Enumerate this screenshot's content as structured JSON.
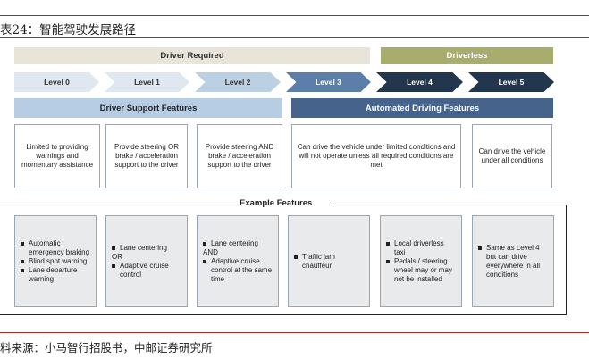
{
  "caption": "表24：智能驾驶发展路径",
  "source": "料来源：小马智行招股书，中邮证券研究所",
  "headers": {
    "driver_required": "Driver Required",
    "driverless": "Driverless"
  },
  "levels": [
    "Level 0",
    "Level 1",
    "Level 2",
    "Level 3",
    "Level 4",
    "Level 5"
  ],
  "feature_groups": {
    "support": "Driver Support Features",
    "automated": "Automated Driving Features"
  },
  "descriptions": [
    "Limited to providing warnings and momentary assistance",
    "Provide steering OR brake / acceleration support to the driver",
    "Provide steering AND brake / acceleration support to the driver",
    "Can drive the vehicle under limited conditions and will not operate unless all required conditions are met",
    "Can drive the vehicle under all conditions"
  ],
  "example_title": "Example Features",
  "examples": {
    "l0": [
      "Automatic emergency braking",
      "Blind spot warning",
      "Lane departure warning"
    ],
    "l1": [
      "Lane centering",
      "OR",
      "Adaptive cruise control"
    ],
    "l2": [
      "Lane centering",
      "AND",
      "Adaptive cruise control at the same time"
    ],
    "l3": [
      "Traffic jam chauffeur"
    ],
    "l4": [
      "Local driverless taxi",
      "Pedals / steering wheel may or may not be installed"
    ],
    "l5": [
      "Same as Level 4 but can drive everywhere in all conditions"
    ]
  },
  "colors": {
    "accent_red": "#b0262a",
    "driverless_bar": "#a8ad6e",
    "support_bar": "#b7cde3",
    "automated_bar": "#46638b",
    "level_dark": "#22364d"
  }
}
